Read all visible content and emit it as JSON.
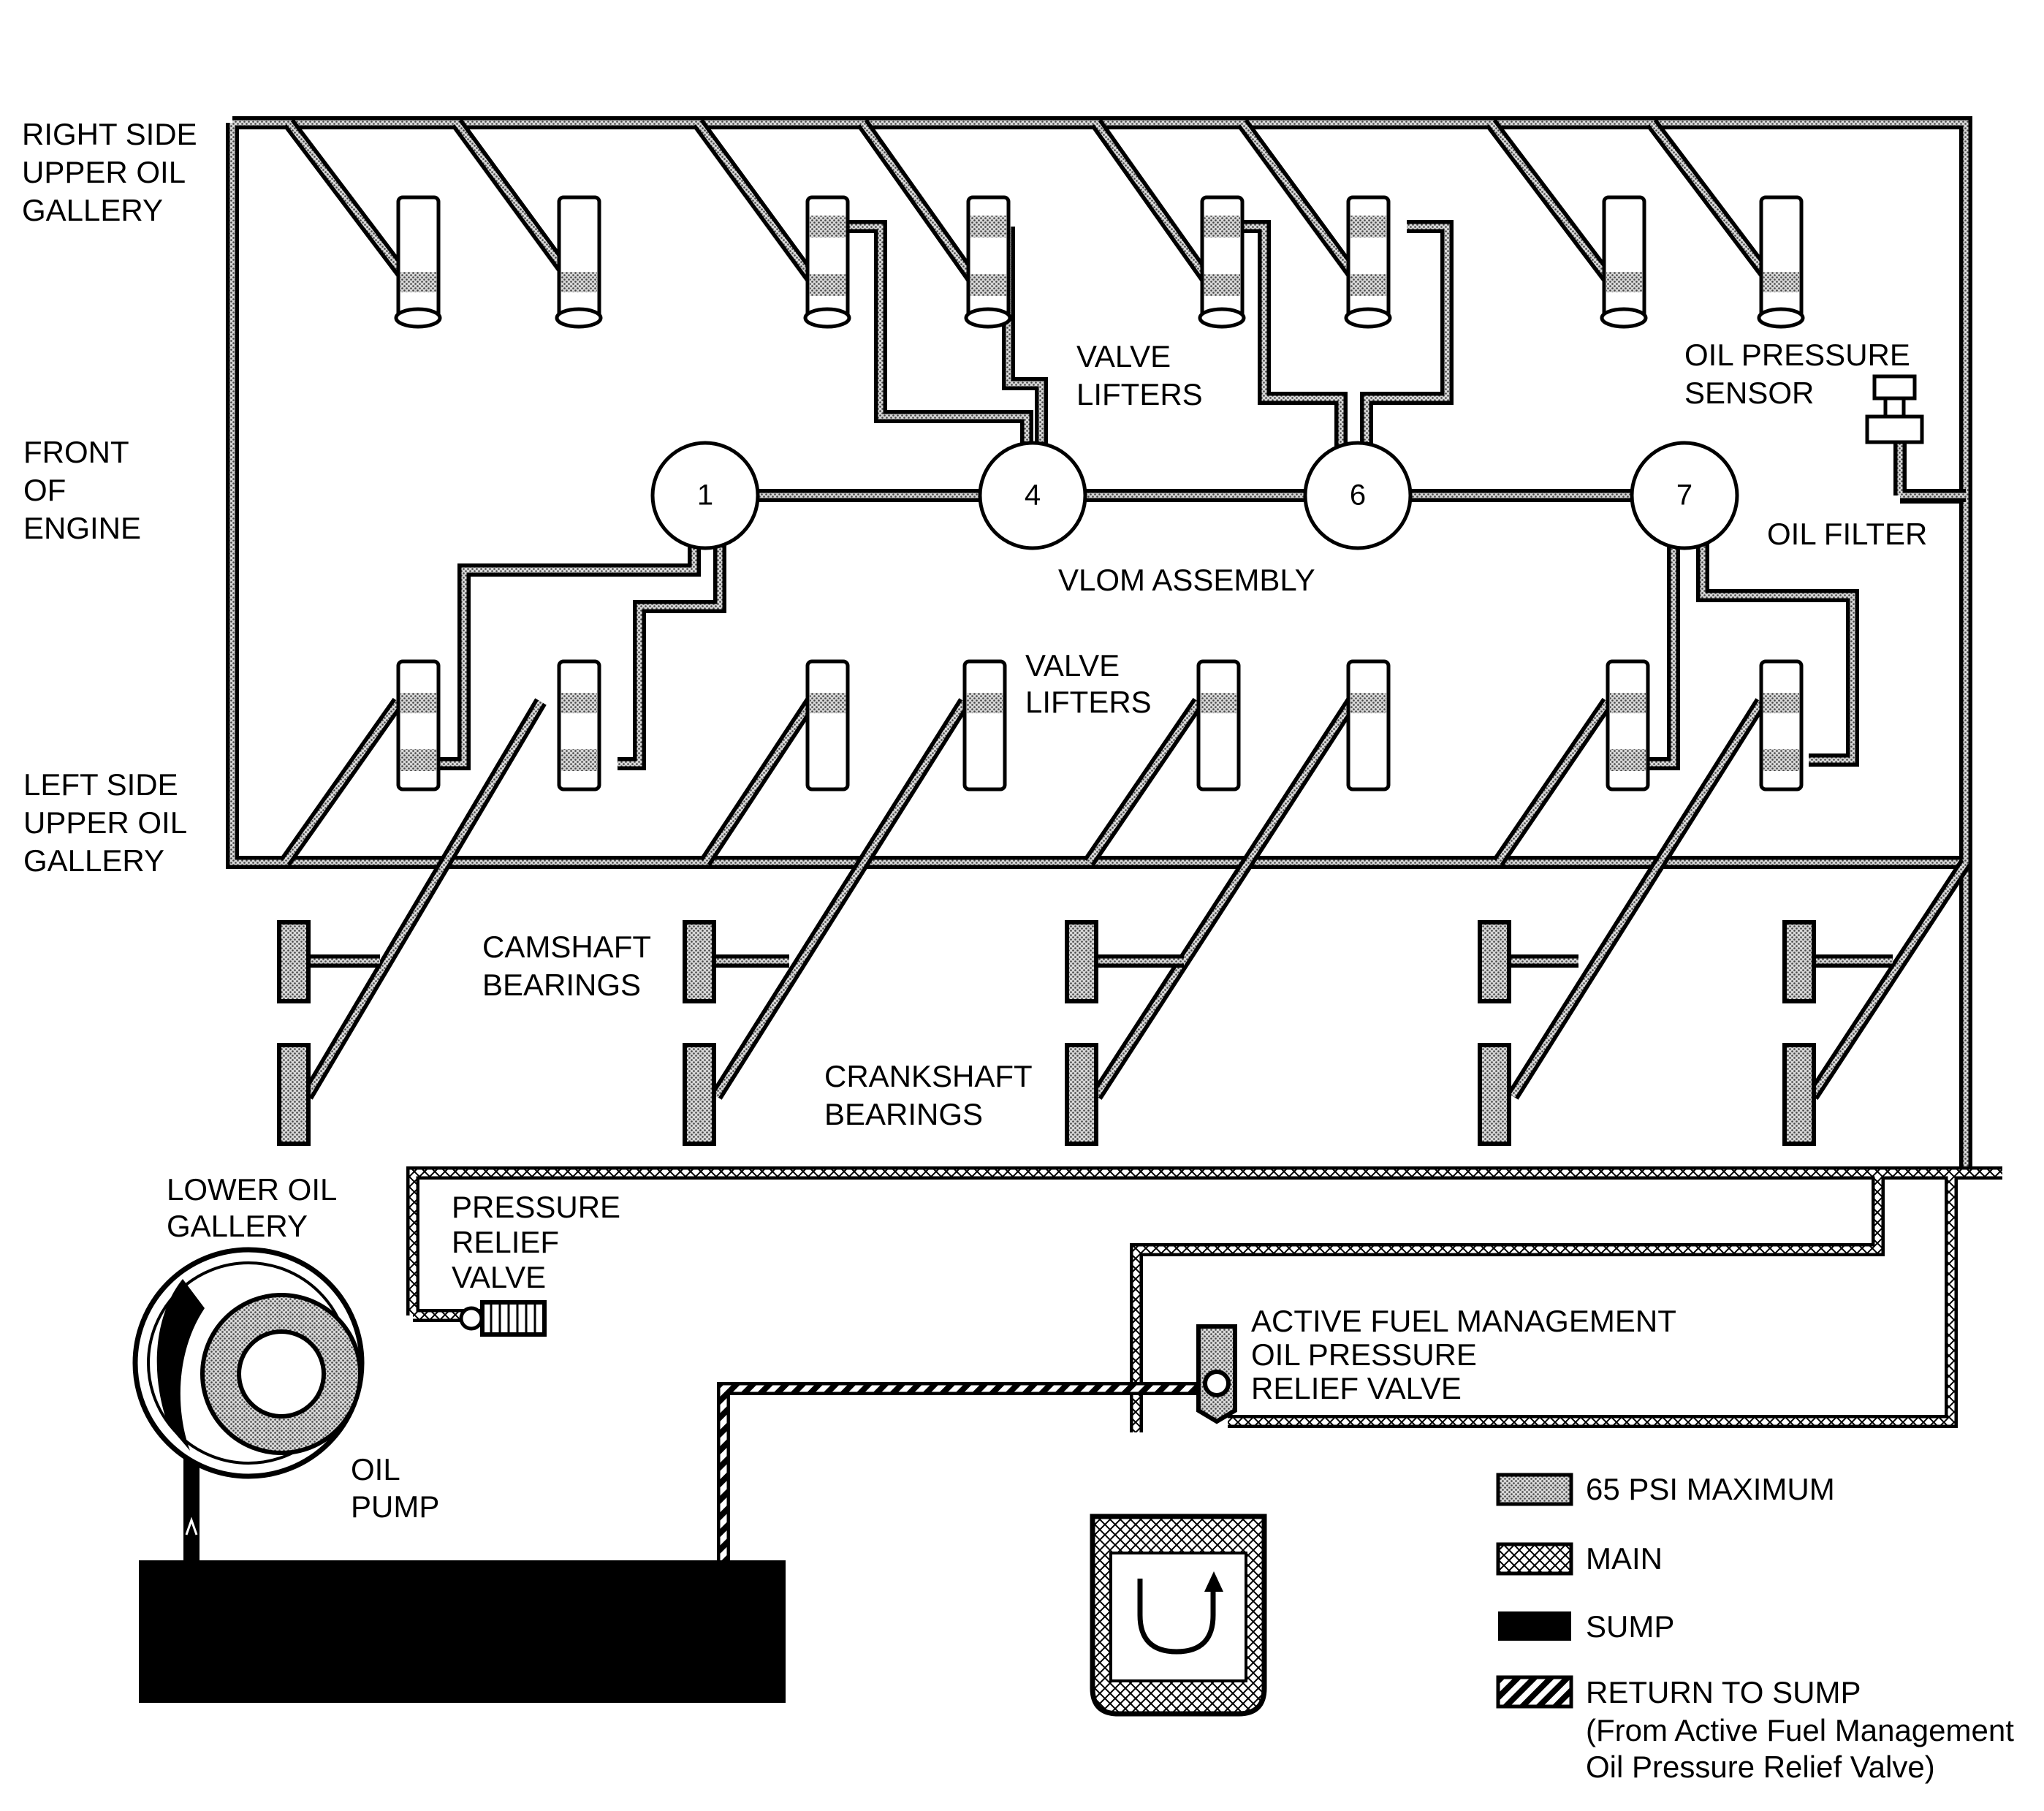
{
  "labels": {
    "right_gallery": [
      "RIGHT SIDE",
      "UPPER OIL",
      "GALLERY"
    ],
    "front": [
      "FRONT",
      "OF",
      "ENGINE"
    ],
    "left_gallery": [
      "LEFT SIDE",
      "UPPER OIL",
      "GALLERY"
    ],
    "valve_lifters_top": [
      "VALVE",
      "LIFTERS"
    ],
    "valve_lifters_bottom": [
      "VALVE",
      "LIFTERS"
    ],
    "oil_pressure_sensor": [
      "OIL PRESSURE",
      "SENSOR"
    ],
    "oil_filter": "OIL FILTER",
    "vlom": "VLOM ASSEMBLY",
    "camshaft": [
      "CAMSHAFT",
      "BEARINGS"
    ],
    "crankshaft": [
      "CRANKSHAFT",
      "BEARINGS"
    ],
    "lower_gallery": [
      "LOWER OIL",
      "GALLERY"
    ],
    "pressure_relief": [
      "PRESSURE",
      "RELIEF",
      "VALVE"
    ],
    "afm_relief": [
      "ACTIVE FUEL MANAGEMENT",
      "OIL PRESSURE",
      "RELIEF VALVE"
    ],
    "oil_pump": [
      "OIL",
      "PUMP"
    ]
  },
  "solenoids": [
    "1",
    "4",
    "6",
    "7"
  ],
  "legend": [
    {
      "label": "65 PSI MAXIMUM",
      "pattern": "dots"
    },
    {
      "label": "MAIN",
      "pattern": "crosshatch"
    },
    {
      "label": "SUMP",
      "pattern": "solid"
    },
    {
      "label": "RETURN TO SUMP",
      "pattern": "diagonal",
      "note": [
        "(From Active Fuel Management",
        "Oil Pressure Relief Valve)"
      ]
    }
  ],
  "colors": {
    "ink": "#000000",
    "fill_dots": "#9a9a9a",
    "background": "#ffffff"
  }
}
